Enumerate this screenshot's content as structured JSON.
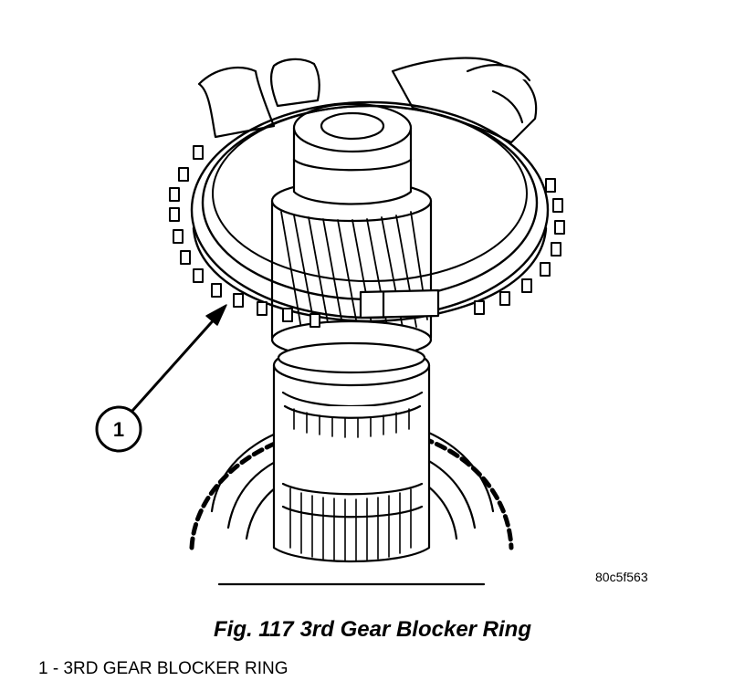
{
  "figure": {
    "id_code": "80c5f563",
    "caption_number": "Fig. 117",
    "caption_title": "3rd Gear Blocker Ring"
  },
  "callouts": [
    {
      "number": "1",
      "label": "3RD GEAR BLOCKER RING"
    }
  ],
  "legend": {
    "items": [
      {
        "number": "1",
        "separator": " - ",
        "text": "3RD GEAR BLOCKER RING"
      }
    ]
  },
  "colors": {
    "ink": "#000000",
    "paper": "#ffffff"
  }
}
